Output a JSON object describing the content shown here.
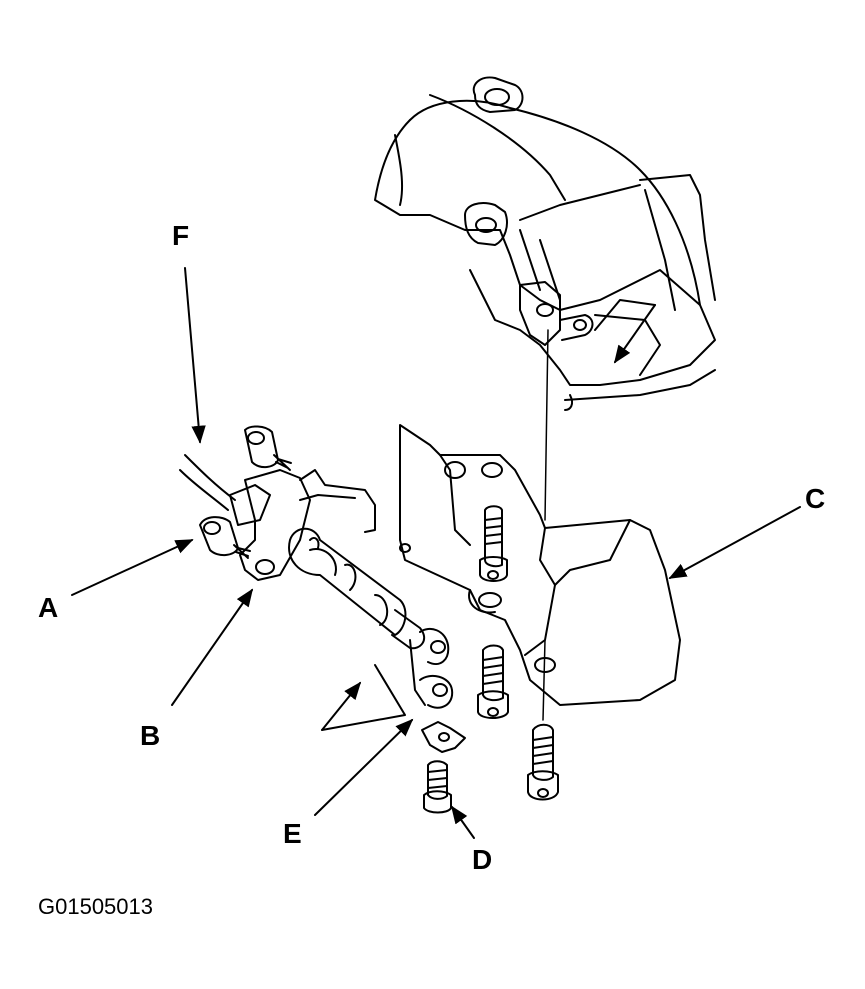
{
  "labels": {
    "a": "A",
    "b": "B",
    "c": "C",
    "d": "D",
    "e": "E",
    "f": "F"
  },
  "figure_code": "G01505013",
  "colors": {
    "ink": "#000000",
    "paper": "#ffffff"
  }
}
